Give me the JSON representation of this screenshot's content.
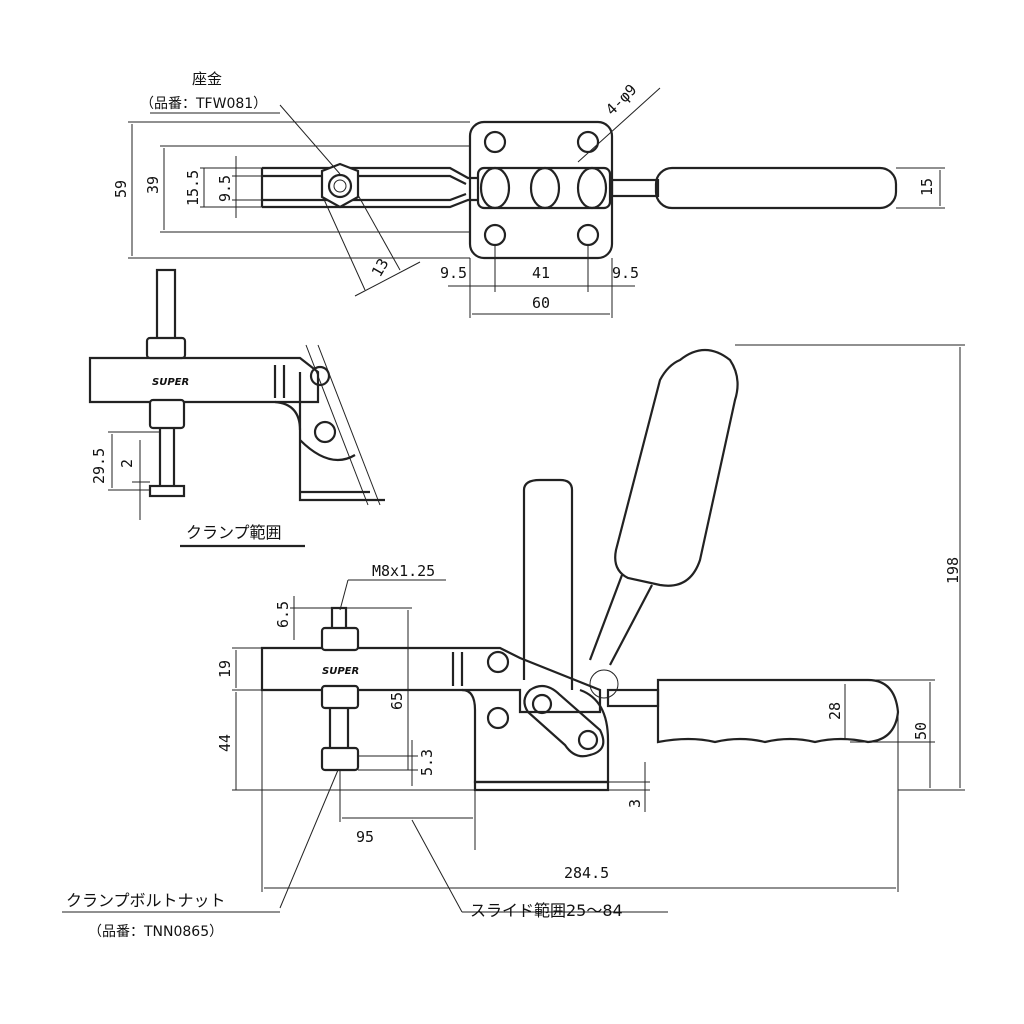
{
  "top_view": {
    "washer_label": "座金",
    "washer_part": "（品番：TFW081）",
    "hole_spec": "4-φ9",
    "dim_59": "59",
    "dim_39": "39",
    "dim_15_5": "15.5",
    "dim_9_5_v": "9.5",
    "dim_13": "13",
    "dim_9_5_left": "9.5",
    "dim_41": "41",
    "dim_9_5_right": "9.5",
    "dim_60": "60",
    "dim_15": "15"
  },
  "clamp_range_view": {
    "dim_29_5": "29.5",
    "dim_2": "2",
    "title": "クランプ範囲",
    "logo_text": "SUPER"
  },
  "side_view": {
    "bolt_spec": "M8x1.25",
    "dim_6_5": "6.5",
    "dim_19": "19",
    "dim_44": "44",
    "dim_65": "65",
    "dim_5_3": "5.3",
    "dim_3": "3",
    "dim_95": "95",
    "dim_284_5": "284.5",
    "dim_198": "198",
    "dim_28": "28",
    "dim_50": "50",
    "logo_text": "SUPER",
    "bolt_nut_label": "クランプボルトナット",
    "bolt_nut_part": "（品番：TNN0865）",
    "slide_range": "スライド範囲25～84"
  }
}
